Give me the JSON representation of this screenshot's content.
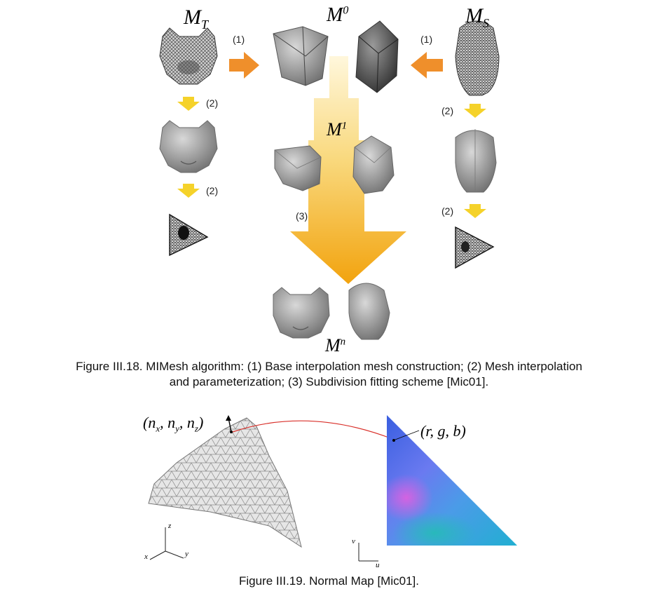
{
  "figure18": {
    "label_mt": "M",
    "label_mt_sub": "T",
    "label_ms": "M",
    "label_ms_sub": "S",
    "label_m0": "M",
    "label_m0_sup": "0",
    "label_m1": "M",
    "label_m1_sup": "1",
    "label_mn": "M",
    "label_mn_sup": "n",
    "step1_left": "(1)",
    "step1_right": "(1)",
    "step2_left_a": "(2)",
    "step2_left_b": "(2)",
    "step2_right_a": "(2)",
    "step2_right_b": "(2)",
    "step3": "(3)",
    "caption_line1": "Figure III.18. MIMesh algorithm: (1) Base interpolation mesh construction; (2) Mesh interpolation",
    "caption_line2": "and parameterization; (3) Subdivision fitting scheme [Mic01]."
  },
  "figure19": {
    "normal_label": "(n",
    "normal_x": "x",
    "normal_sep1": ", n",
    "normal_y": "y",
    "normal_sep2": ", n",
    "normal_z": "z",
    "normal_close": ")",
    "rgb_label": "(r, g, b)",
    "axis_z": "z",
    "axis_x": "x",
    "axis_y": "y",
    "axis_v": "v",
    "axis_u": "u",
    "caption": "Figure III.19. Normal Map [Mic01]."
  },
  "colors": {
    "orange_arrow": "#ef8f2b",
    "yellow_arrow": "#f5d22a",
    "big_arrow_top": "#fdf2cc",
    "big_arrow_bottom": "#f2a30e",
    "curve_red": "#d9302a",
    "mesh_gray": "#8a8a8a"
  }
}
